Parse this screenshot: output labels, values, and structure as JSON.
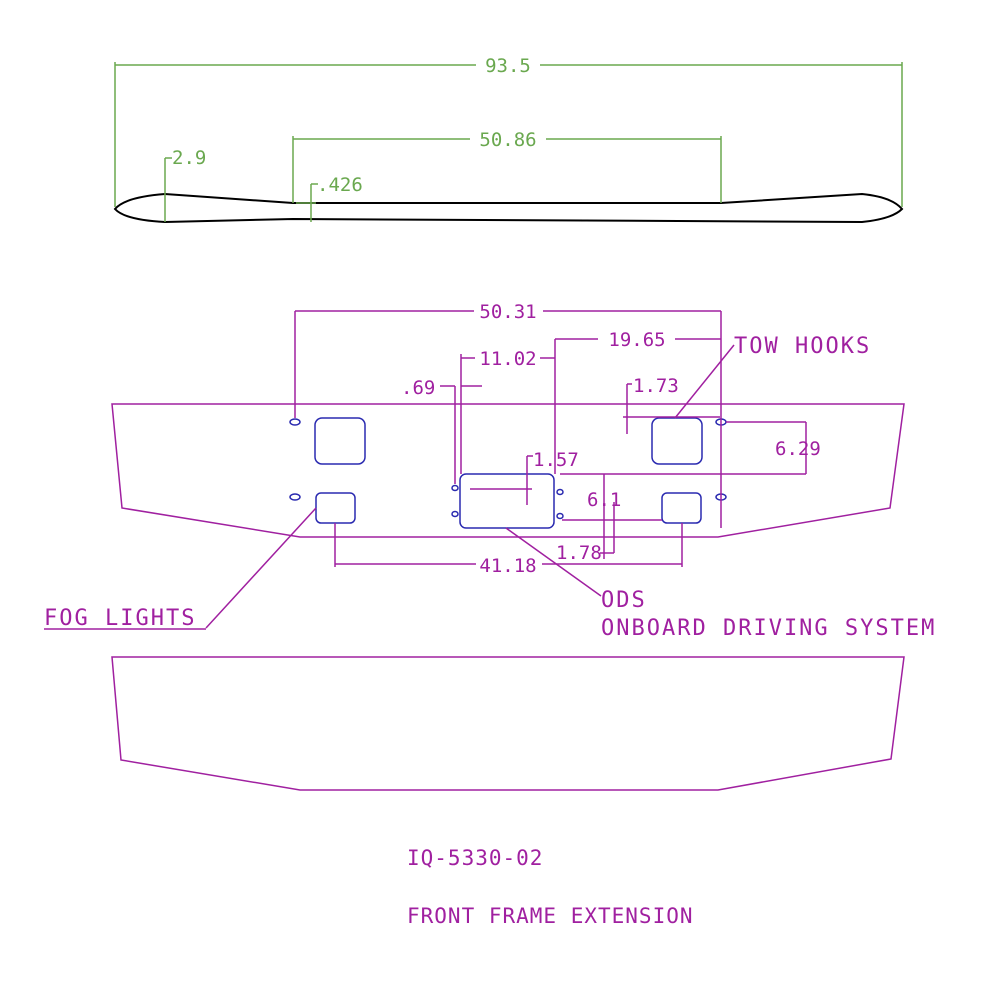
{
  "colors": {
    "outline": "#000000",
    "dim_green": "#6aa84f",
    "magenta": "#a020a0",
    "hole_blue": "#2a2ab0"
  },
  "top_view": {
    "overall_length": "93.5",
    "center_length": "50.86",
    "end_height": "2.9",
    "step": ".426"
  },
  "front_view": {
    "dims": {
      "tow_hook_spacing": "50.31",
      "ods_to_tow": "19.65",
      "ods_width": "11.02",
      "ods_left_offset": ".69",
      "tow_hook_offset": "1.73",
      "ods_height_offset": "1.57",
      "tow_hook_vertical": "6.29",
      "fog_vertical": "6.1",
      "fog_offset": "1.78",
      "fog_spacing": "41.18"
    },
    "labels": {
      "tow_hooks": "TOW HOOKS",
      "fog_lights": "FOG LIGHTS",
      "ods": "ODS",
      "ods_full": "ONBOARD DRIVING SYSTEM"
    }
  },
  "title_block": {
    "part_number": "IQ-5330-02",
    "part_name": "FRONT FRAME EXTENSION"
  }
}
